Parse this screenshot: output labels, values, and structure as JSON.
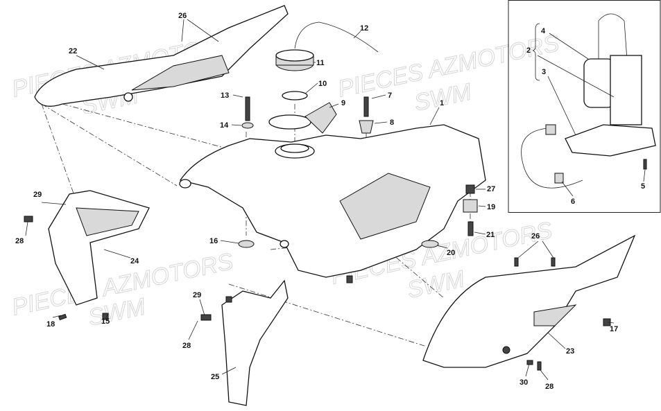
{
  "watermark": {
    "line1": "PIECES AZMOTORS",
    "line2": "SWM"
  },
  "callouts": [
    "26",
    "22",
    "12",
    "11",
    "10",
    "9",
    "13",
    "14",
    "7",
    "8",
    "1",
    "4",
    "2",
    "3",
    "5",
    "6",
    "27",
    "19",
    "21",
    "20",
    "16",
    "29",
    "28",
    "24",
    "18",
    "15",
    "29",
    "28",
    "25",
    "26",
    "17",
    "23",
    "30",
    "28"
  ]
}
